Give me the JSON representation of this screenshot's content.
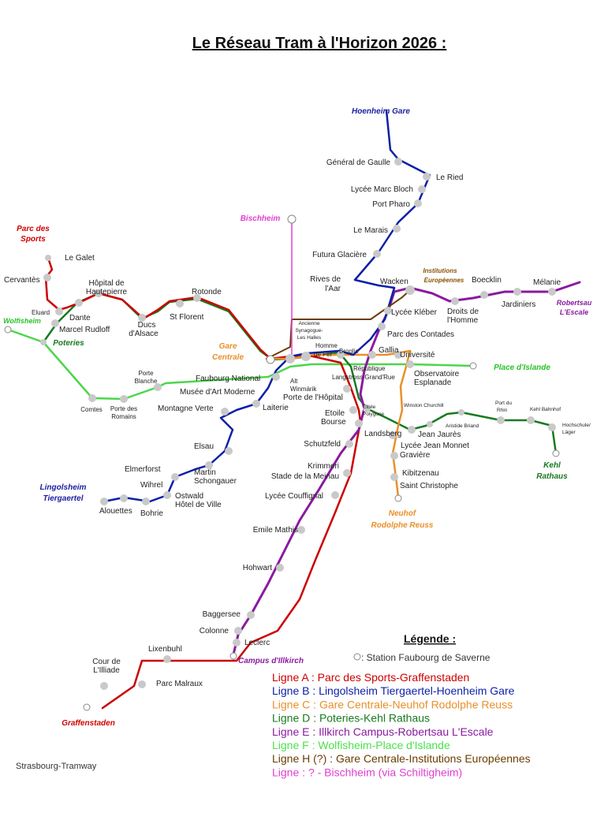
{
  "title": "Le Réseau Tram à l'Horizon 2026 :",
  "credit": "Strasbourg-Tramway",
  "colors": {
    "line_a": "#cc0000",
    "line_b": "#0b1fa8",
    "line_c": "#e8902a",
    "line_d": "#187a1f",
    "line_e": "#8a1aa0",
    "line_f": "#29d229",
    "line_h": "#7a4a0a",
    "line_bischheim": "#e040d0",
    "station": "#cccccc"
  },
  "legend": {
    "title": "Légende :",
    "station_note": ": Station Faubourg de Saverne",
    "items": [
      {
        "prefix": "Ligne A :",
        "text": "Parc des Sports-Graffenstaden",
        "color": "#d00000"
      },
      {
        "prefix": "Ligne B :",
        "text": "Lingolsheim Tiergaertel-Hoenheim Gare",
        "color": "#0b1fa8"
      },
      {
        "prefix": "Ligne C :",
        "text": "Gare Centrale-Neuhof Rodolphe Reuss",
        "color": "#e8902a"
      },
      {
        "prefix": "Ligne D :",
        "text": "Poteries-Kehl Rathaus",
        "color": "#187a1f"
      },
      {
        "prefix": "Ligne E :",
        "text": "Illkirch Campus-Robertsau L'Escale",
        "color": "#8a1aa0"
      },
      {
        "prefix": "Ligne F :",
        "text": "Wolfisheim-Place d'Islande",
        "color": "#4ce04c"
      },
      {
        "prefix": "Ligne H (?) :",
        "text": "Gare Centrale-Institutions Européennes",
        "color": "#6b3c00"
      },
      {
        "prefix": "Ligne :",
        "text": "? - Bischheim (via Schiltigheim)",
        "color": "#e040d0"
      }
    ]
  },
  "terminals": {
    "hoenheim": "Hoenheim Gare",
    "bischheim": "Bischheim",
    "parc_sports": [
      "Parc des",
      "Sports"
    ],
    "wolfisheim": "Wolfisheim",
    "poteries": "Poteries",
    "gare_centrale": [
      "Gare",
      "Centrale"
    ],
    "institutions": [
      "Institutions",
      "Européennes"
    ],
    "robertsau": [
      "Robertsau",
      "L'Escale"
    ],
    "place_islande": "Place d'Islande",
    "kehl": [
      "Kehl",
      "Rathaus"
    ],
    "lingolsheim": [
      "Lingolsheim",
      "Tiergaertel"
    ],
    "neuhof": [
      "Neuhof",
      "Rodolphe Reuss"
    ],
    "campus": "Campus d'Illkirch",
    "graffenstaden": "Graffenstaden"
  },
  "stations": {
    "general_de_gaulle": "Général de Gaulle",
    "le_ried": "Le Ried",
    "lycee_marc_bloch": "Lycée Marc Bloch",
    "port_pharo": "Port Pharo",
    "le_marais": "Le Marais",
    "futura_glaciere": "Futura Glacière",
    "rives_de_aar": [
      "Rives de",
      "l'Aar"
    ],
    "wacken": "Wacken",
    "boecklin": "Boecklin",
    "melanie": "Mélanie",
    "jardiniers": "Jardiniers",
    "droits_homme": [
      "Droits de",
      "l'Homme"
    ],
    "lycee_kleber": "Lycée Kléber",
    "parc_contades": "Parc des Contades",
    "le_galet": "Le Galet",
    "cervantes": "Cervantès",
    "hopital_hautepierre": [
      "Hôpital de",
      "Hautepierre"
    ],
    "rotonde": "Rotonde",
    "dante": "Dante",
    "marcel_rudloff": "Marcel Rudloff",
    "ducs_alsace": [
      "Ducs",
      "d'Alsace"
    ],
    "st_florent": "St Florent",
    "elsau_east": "Eluard",
    "ancienne_synagogue": [
      "Ancienne",
      "Synagogue-",
      "Les Halles"
    ],
    "homme_de_fer": [
      "Homme",
      "de Fer"
    ],
    "broglie": "Broglie",
    "gallia": "Gallia",
    "universite": "Université",
    "republique": "République",
    "langstross": "Langstross Grand'Rue",
    "observatoire": "Observatoire",
    "esplanade": "Esplanade",
    "faubourg_national": "Faubourg National",
    "musee_art_moderne": "Musée d'Art Moderne",
    "alt_winmarik": [
      "Alt",
      "Winmärik"
    ],
    "porte_hopital": "Porte de l'Hôpital",
    "porte_blanche": [
      "Porte",
      "Blanche"
    ],
    "comtes": "Comtes",
    "porte_romains": [
      "Porte des",
      "Romains"
    ],
    "montagne_verte": "Montagne Verte",
    "laiterie": "Laiterie",
    "etoile_bourse": [
      "Etoile",
      "Bourse"
    ],
    "etoile_polygone": [
      "Etoile",
      "Polygone"
    ],
    "winston_churchill": "Winston Churchill",
    "aristide_briand": "Aristide Briand",
    "port_du_rhin": [
      "Port du",
      "Rhin"
    ],
    "kehl_bahnhof": "Kehl Bahnhof",
    "hochschule": [
      "Hochschule/",
      "Läger"
    ],
    "landsberg": "Landsberg",
    "jean_jaures": "Jean Jaurès",
    "lycee_jean_monnet": "Lycée Jean Monnet",
    "graviere": "Gravière",
    "kibitzenau": "Kibitzenau",
    "saint_christophe": "Saint Christophe",
    "schutzfeld": "Schutzfeld",
    "krimmeri": "Krimmeri",
    "stade_meinau": "Stade de la Meinau",
    "lycee_couffignal": "Lycée Couffignal",
    "elsau": "Elsau",
    "elmerforst": "Elmerforst",
    "martin_schongauer": [
      "Martin",
      "Schongauer"
    ],
    "wihrel": "Wihrel",
    "ostwald": [
      "Ostwald",
      "Hôtel de Ville"
    ],
    "alouettes": "Alouettes",
    "bohrie": "Bohrie",
    "emile_mathis": "Emile Mathis",
    "hohwart": "Hohwart",
    "baggersee": "Baggersee",
    "colonne": "Colonne",
    "leclerc": "Leclerc",
    "cour_illiade": [
      "Cour de",
      "L'Illiade"
    ],
    "lixenbuhl": "Lixenbuhl",
    "parc_malraux": "Parc Malraux"
  }
}
